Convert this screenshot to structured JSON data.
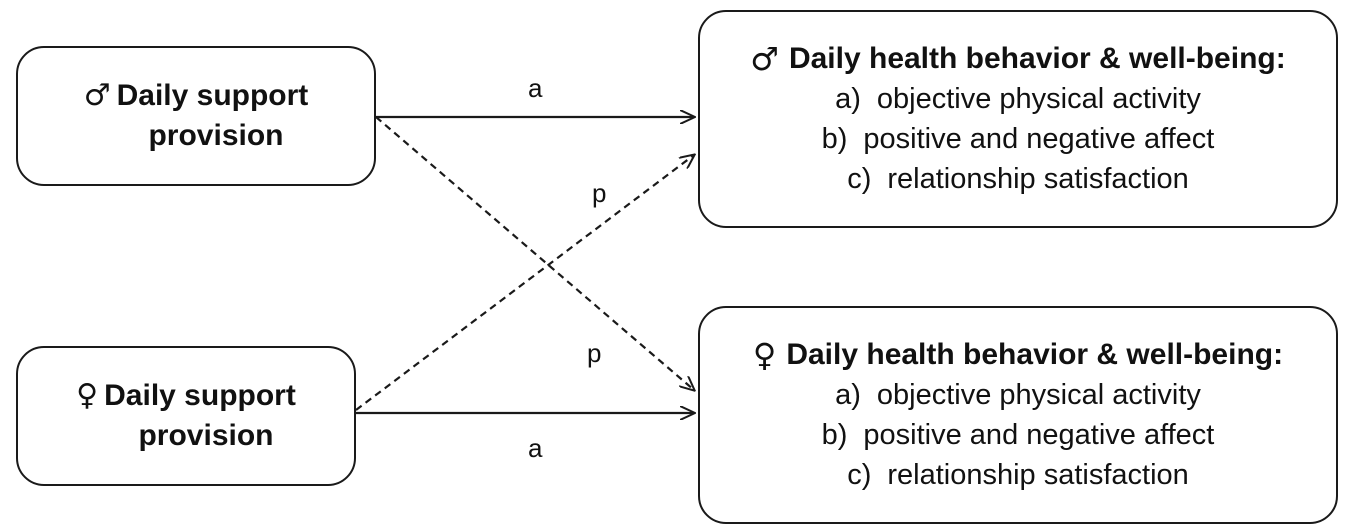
{
  "predictors": {
    "male": {
      "symbol": "♂",
      "line1": "Daily support",
      "line2": "provision"
    },
    "female": {
      "symbol": "♀",
      "line1": "Daily support",
      "line2": "provision"
    }
  },
  "outcomes": {
    "male": {
      "symbol": "♂",
      "title": "Daily health behavior & well-being:",
      "items": [
        {
          "letter": "a)",
          "text": "objective physical activity"
        },
        {
          "letter": "b)",
          "text": "positive and negative affect"
        },
        {
          "letter": "c)",
          "text": "relationship satisfaction"
        }
      ]
    },
    "female": {
      "symbol": "♀",
      "title": "Daily health behavior & well-being:",
      "items": [
        {
          "letter": "a)",
          "text": "objective physical activity"
        },
        {
          "letter": "b)",
          "text": "positive and negative affect"
        },
        {
          "letter": "c)",
          "text": "relationship satisfaction"
        }
      ]
    }
  },
  "paths": {
    "actor_male": "a",
    "actor_female": "a",
    "partner_female_to_male": "p",
    "partner_male_to_female": "p"
  }
}
